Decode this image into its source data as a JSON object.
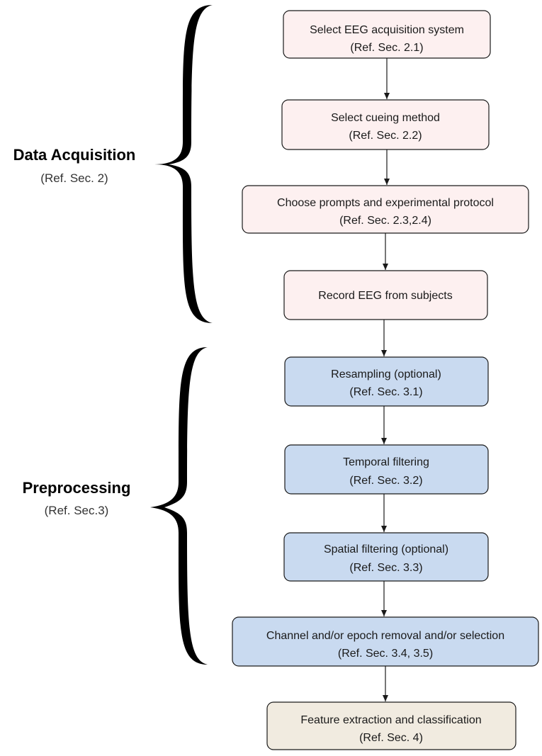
{
  "colors": {
    "acquisition_fill": "#fdf0f0",
    "preprocessing_fill": "#c9daf0",
    "classification_fill": "#f1ebe0",
    "stroke": "#1a1a1a"
  },
  "groups": [
    {
      "title": "Data Acquisition",
      "ref": "(Ref. Sec. 2)"
    },
    {
      "title": "Preprocessing",
      "ref": "(Ref. Sec.3)"
    }
  ],
  "steps": [
    {
      "label": "Select EEG acquisition system",
      "ref": "(Ref. Sec. 2.1)",
      "group": "acquisition"
    },
    {
      "label": "Select cueing method",
      "ref": "(Ref. Sec. 2.2)",
      "group": "acquisition"
    },
    {
      "label": "Choose prompts and experimental protocol",
      "ref": "(Ref. Sec. 2.3,2.4)",
      "group": "acquisition"
    },
    {
      "label": "Record EEG from subjects",
      "ref": "",
      "group": "acquisition"
    },
    {
      "label": "Resampling (optional)",
      "ref": "(Ref. Sec. 3.1)",
      "group": "preprocessing"
    },
    {
      "label": "Temporal filtering",
      "ref": "(Ref. Sec. 3.2)",
      "group": "preprocessing"
    },
    {
      "label": "Spatial filtering (optional)",
      "ref": "(Ref. Sec. 3.3)",
      "group": "preprocessing"
    },
    {
      "label": "Channel and/or epoch removal and/or selection",
      "ref": "(Ref. Sec. 3.4, 3.5)",
      "group": "preprocessing"
    },
    {
      "label": "Feature extraction and classification",
      "ref": "(Ref. Sec. 4)",
      "group": "classification"
    }
  ]
}
